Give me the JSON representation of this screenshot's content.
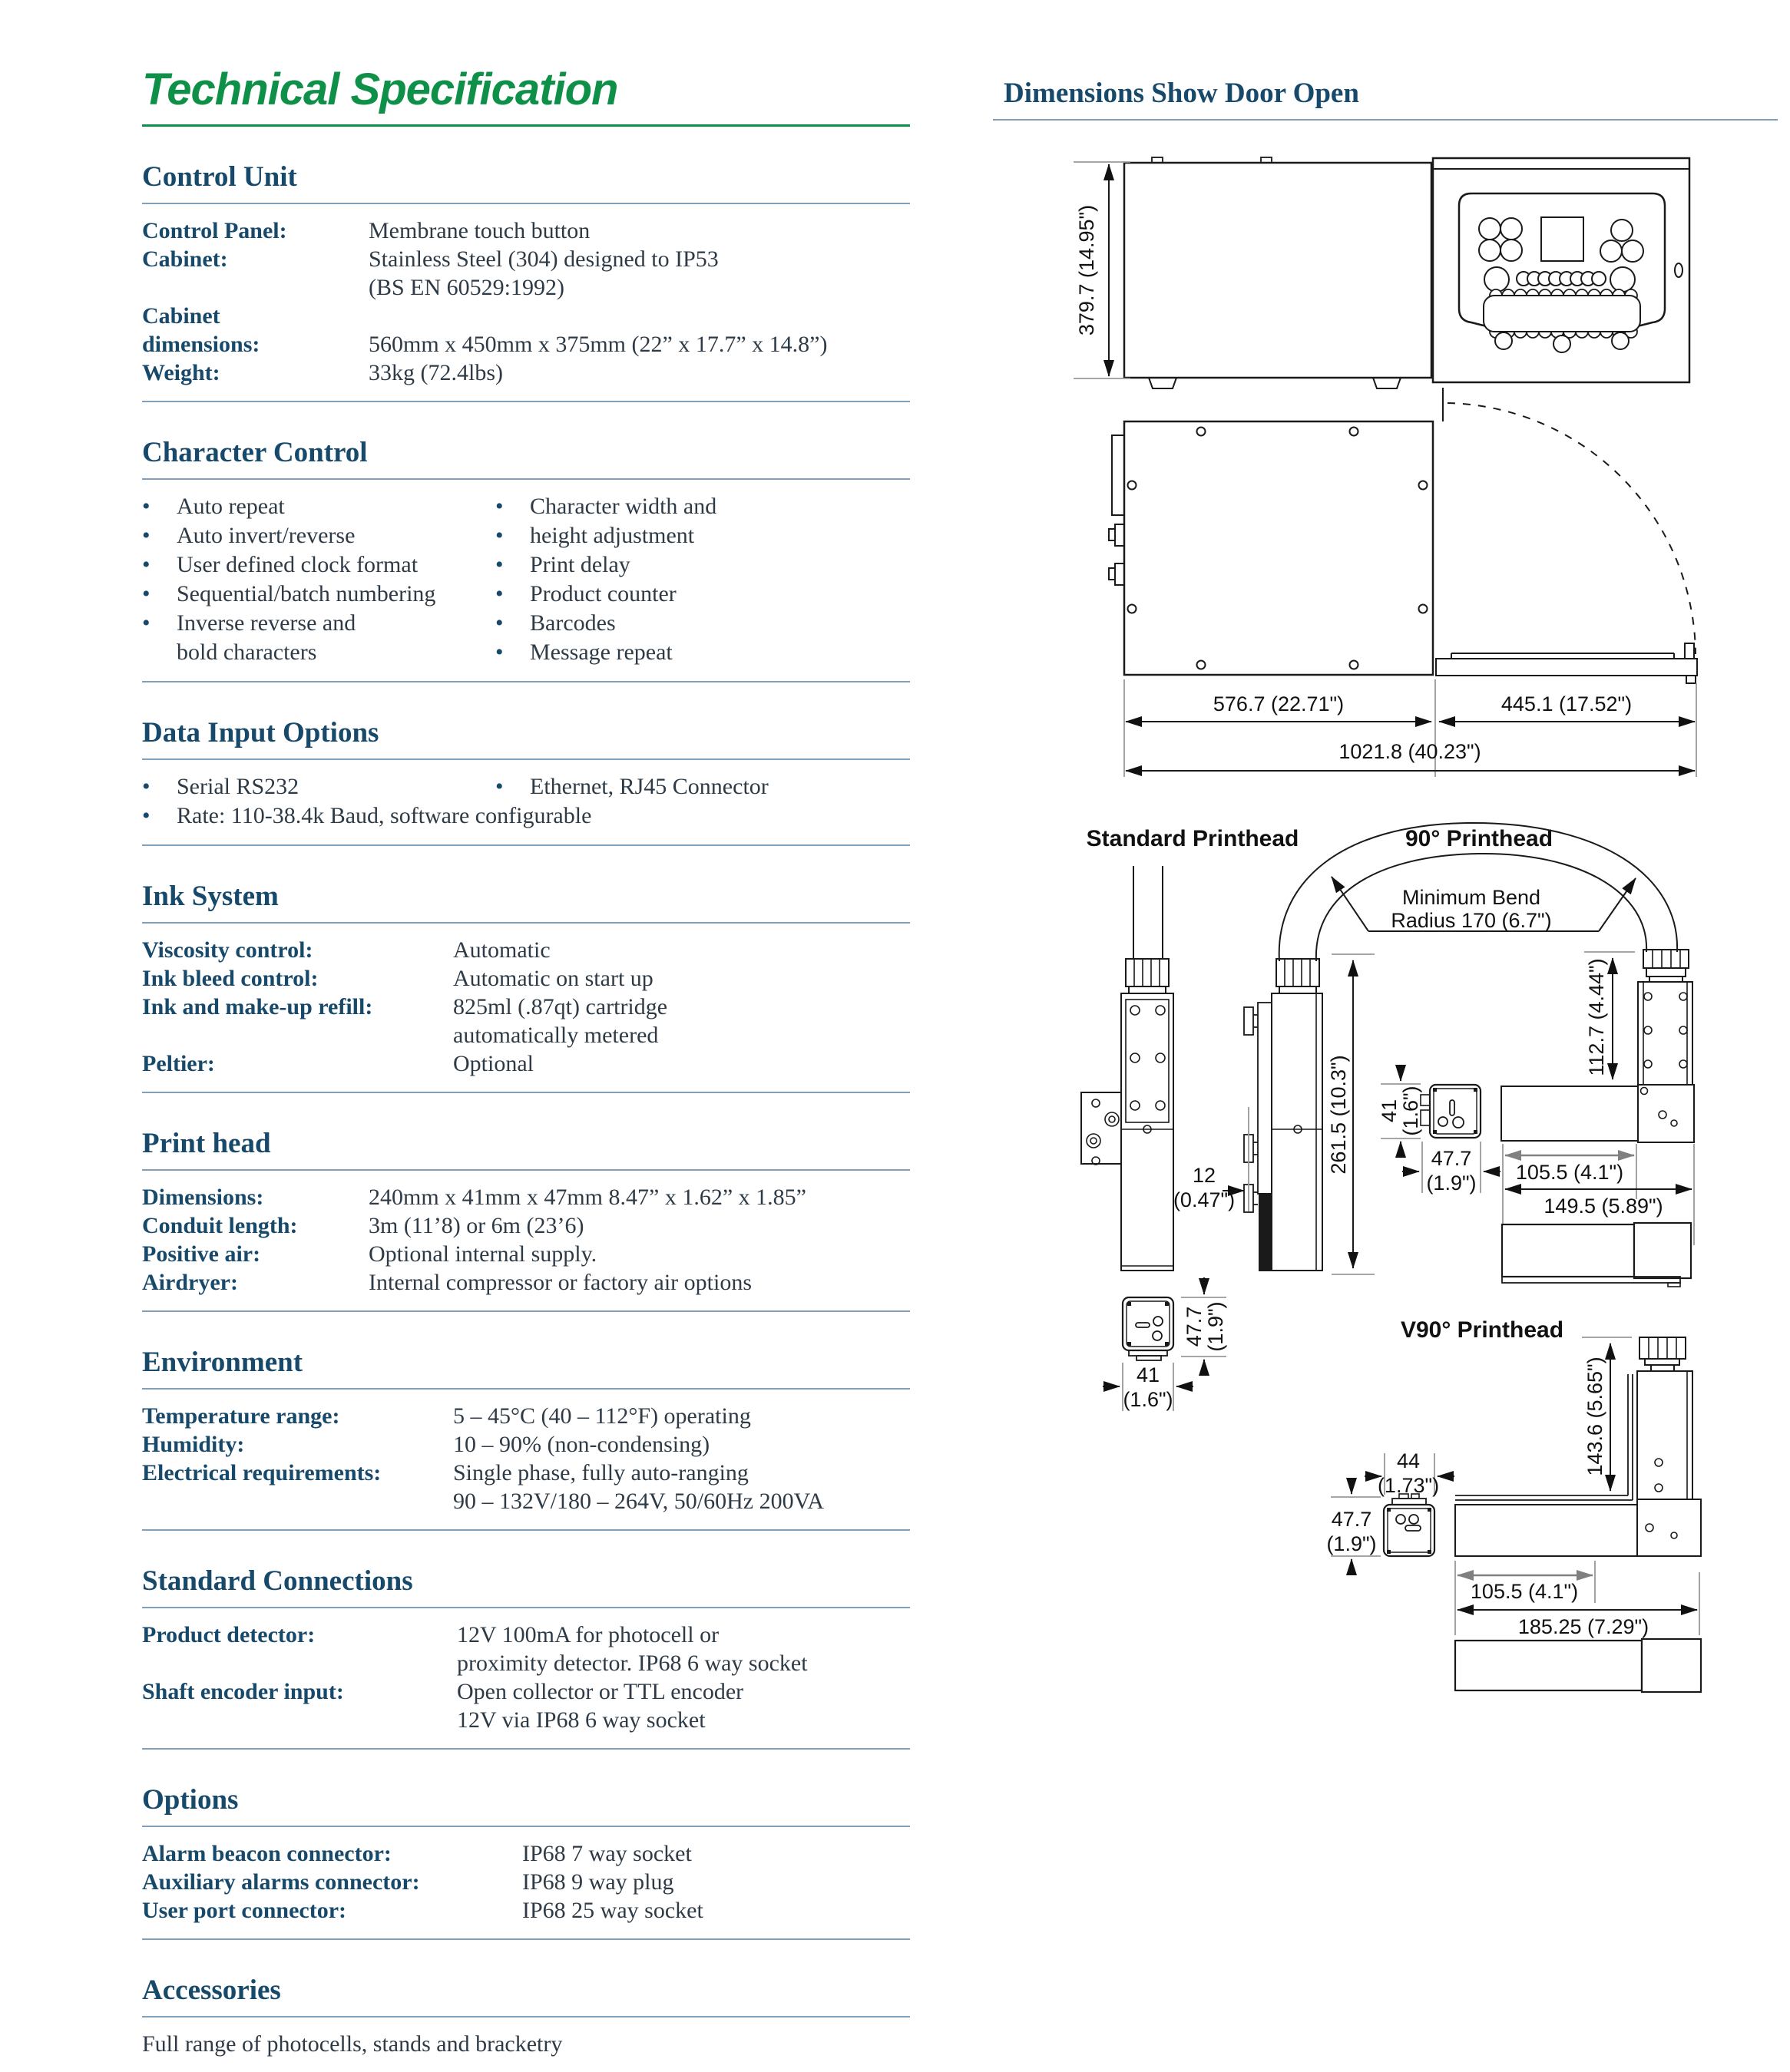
{
  "title": "Technical Specification",
  "left": {
    "sections": {
      "control_unit": {
        "heading": "Control Unit",
        "rows": [
          {
            "label": "Control Panel:",
            "value": "Membrane touch button"
          },
          {
            "label": "Cabinet:",
            "value": "Stainless Steel (304) designed to IP53\n(BS EN 60529:1992)"
          },
          {
            "label": "Cabinet\ndimensions:",
            "value": "560mm x 450mm x 375mm (22” x 17.7” x 14.8”)"
          },
          {
            "label": "Weight:",
            "value": "33kg (72.4lbs)"
          }
        ]
      },
      "character_control": {
        "heading": "Character Control",
        "col1": [
          "Auto repeat",
          "Auto invert/reverse",
          "User defined clock format",
          "Sequential/batch numbering",
          "Inverse reverse and\nbold characters"
        ],
        "col2": [
          "Character width and",
          "height adjustment",
          "Print delay",
          "Product counter",
          "Barcodes",
          "Message repeat"
        ]
      },
      "data_input": {
        "heading": "Data Input Options",
        "col1": [
          "Serial RS232",
          "Rate: 110-38.4k Baud, software configurable"
        ],
        "col2": [
          "Ethernet, RJ45 Connector"
        ]
      },
      "ink_system": {
        "heading": "Ink System",
        "rows": [
          {
            "label": "Viscosity control:",
            "value": "Automatic"
          },
          {
            "label": "Ink bleed control:",
            "value": "Automatic on start up"
          },
          {
            "label": "Ink and make-up refill:",
            "value": "825ml (.87qt) cartridge\nautomatically metered"
          },
          {
            "label": "Peltier:",
            "value": "Optional"
          }
        ]
      },
      "print_head": {
        "heading": "Print head",
        "rows": [
          {
            "label": "Dimensions:",
            "value": "240mm x 41mm x 47mm 8.47” x 1.62” x 1.85”"
          },
          {
            "label": "Conduit length:",
            "value": "3m (11’8) or 6m (23’6)"
          },
          {
            "label": "Positive air:",
            "value": "Optional internal supply."
          },
          {
            "label": "Airdryer:",
            "value": "Internal compressor or factory air options"
          }
        ]
      },
      "environment": {
        "heading": "Environment",
        "rows": [
          {
            "label": "Temperature range:",
            "value": "5 – 45°C (40 – 112°F) operating"
          },
          {
            "label": "Humidity:",
            "value": "10 – 90% (non-condensing)"
          },
          {
            "label": "Electrical requirements:",
            "value": "Single phase, fully auto-ranging\n90 – 132V/180 – 264V, 50/60Hz 200VA"
          }
        ]
      },
      "standard_connections": {
        "heading": "Standard Connections",
        "rows": [
          {
            "label": "Product detector:",
            "value": "12V 100mA for photocell or\nproximity detector. IP68 6 way socket"
          },
          {
            "label": "Shaft encoder input:",
            "value": "Open collector or TTL encoder\n12V via IP68 6 way socket"
          }
        ]
      },
      "options": {
        "heading": "Options",
        "rows": [
          {
            "label": "Alarm beacon connector:",
            "value": "IP68 7 way socket"
          },
          {
            "label": "Auxiliary alarms connector:",
            "value": "IP68 9 way plug"
          },
          {
            "label": "User port connector:",
            "value": "IP68 25 way socket"
          }
        ]
      },
      "accessories": {
        "heading": "Accessories",
        "text": "Full range of photocells, stands and bracketry"
      }
    }
  },
  "right": {
    "heading": "Dimensions Show Door Open",
    "labels": {
      "standard_printhead": "Standard Printhead",
      "ninety_printhead": "90° Printhead",
      "v90_printhead": "V90° Printhead",
      "min_bend_1": "Minimum Bend",
      "min_bend_2": "Radius 170 (6.7\")"
    },
    "dims": {
      "front_height": "379.7 (14.95\")",
      "top_cabinet": "576.7 (22.71\")",
      "top_door": "445.1 (17.52\")",
      "top_total": "1021.8 (40.23\")",
      "std_length": "261.5 (10.3\")",
      "std_plate_1": "12",
      "std_plate_2": "(0.47\")",
      "std_depth_1": "47.7",
      "std_depth_2": "(1.9\")",
      "std_width_1": "41",
      "std_width_2": "(1.6\")",
      "n90_height": "112.7 (4.44\")",
      "n90_nose": "105.5 (4.1\")",
      "n90_total": "149.5 (5.89\")",
      "n90_width_1": "41",
      "n90_width_2": "(1.6\")",
      "n90_depth_1": "47.7",
      "n90_depth_2": "(1.9\")",
      "v90_height": "143.6 (5.65\")",
      "v90_width_1": "44",
      "v90_width_2": "(1.73\")",
      "v90_depth_1": "47.7",
      "v90_depth_2": "(1.9\")",
      "v90_nose": "105.5 (4.1\")",
      "v90_total": "185.25 (7.29\")"
    }
  }
}
